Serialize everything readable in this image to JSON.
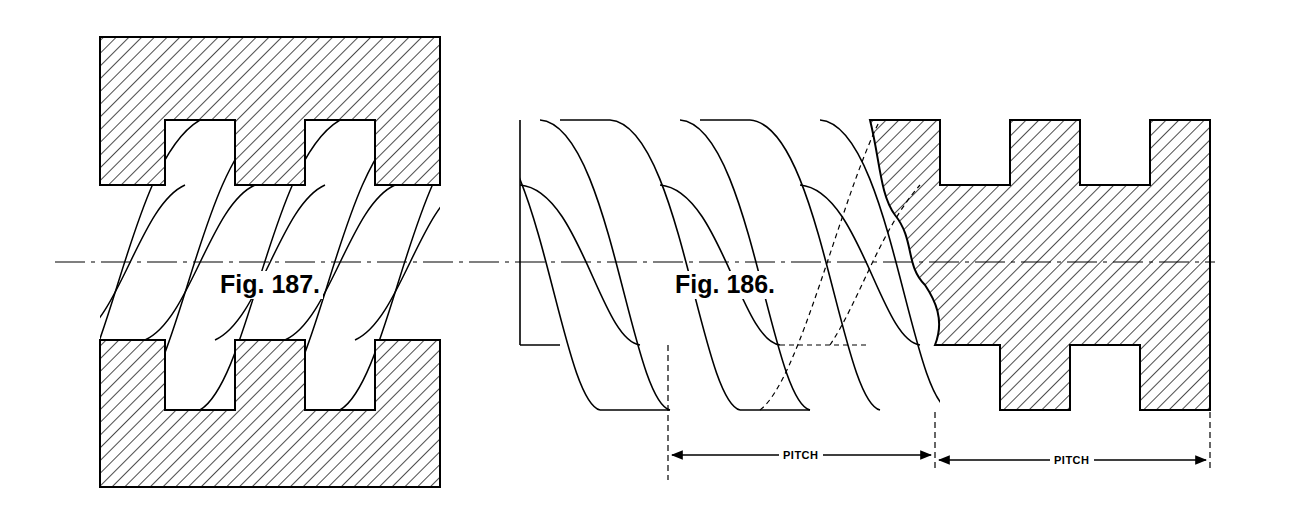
{
  "diagram": {
    "labels": [
      "Fig. 187.",
      "Fig. 186.",
      "PITCH",
      "PITCH"
    ]
  }
}
